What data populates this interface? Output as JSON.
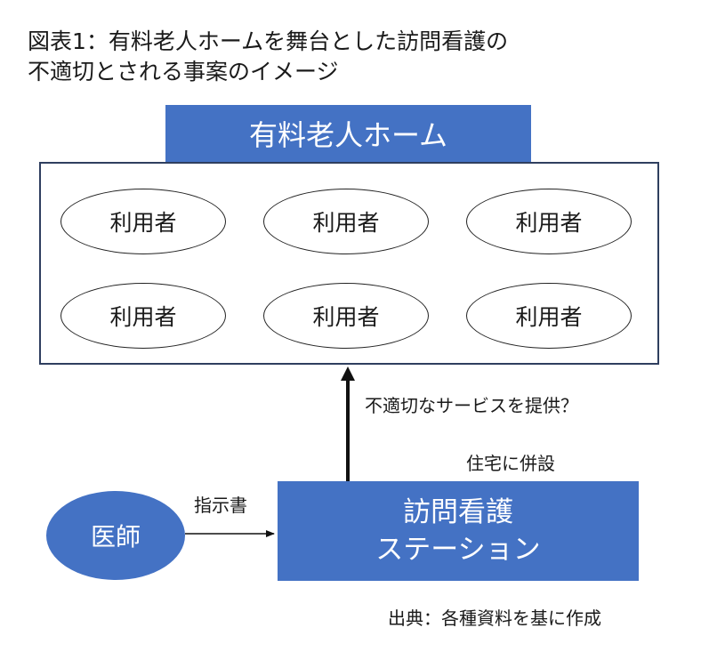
{
  "title": {
    "line1": "図表1：有料老人ホームを舞台とした訪問看護の",
    "line2": "不適切とされる事案のイメージ"
  },
  "home": {
    "label": "有料老人ホーム",
    "users": [
      "利用者",
      "利用者",
      "利用者",
      "利用者",
      "利用者",
      "利用者"
    ]
  },
  "edges": {
    "service": "不適切なサービスを提供？",
    "colocated": "住宅に併設",
    "instruction": "指示書"
  },
  "station": {
    "line1": "訪問看護",
    "line2": "ステーション"
  },
  "doctor": "医師",
  "source": "出典：各種資料を基に作成",
  "colors": {
    "accent": "#4472c4",
    "box_border": "#2f3f5f"
  }
}
